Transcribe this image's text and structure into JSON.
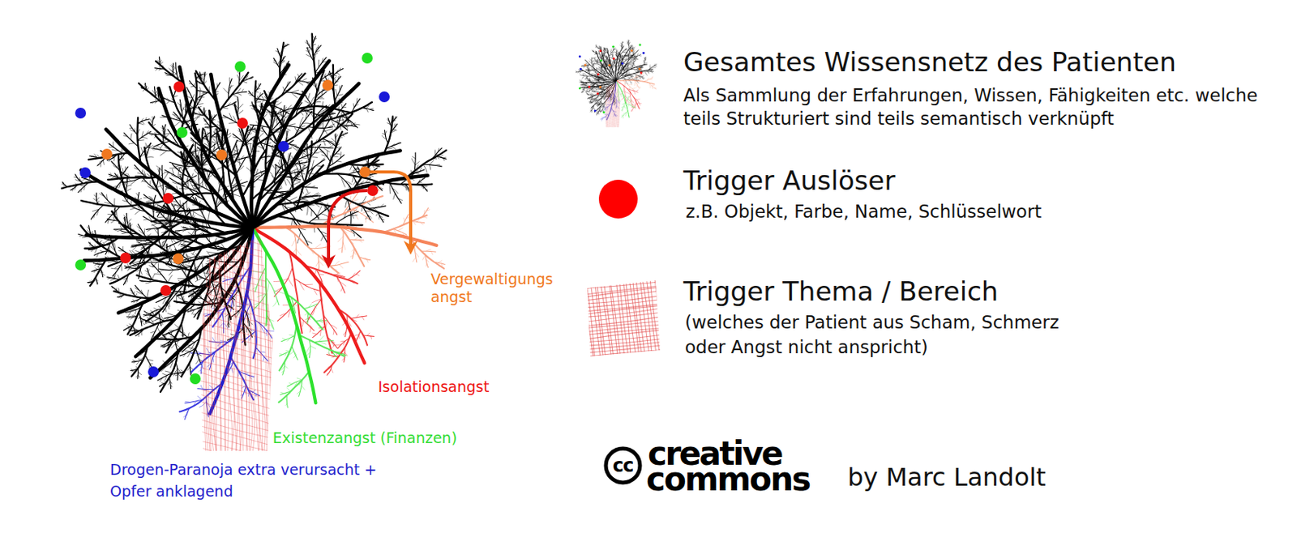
{
  "diagram": {
    "labels": [
      "Als Sammlung der Erfahrungen, Wissen, Fähigkeiten etc. welche teils Strukturiert sind teils semantisch verknüpft",
      "z.B. Objekt, Farbe, Name, Schlüsselwort",
      "(welches der Patient aus Scham, Schmerz oder Angst nicht anspricht)",
      "Vergewaltigungs angst",
      "Isolationsangst",
      "Existenzangst (Finanzen)",
      "Drogen-Paranoja extra verursacht + Opfer anklagend",
      "cc",
      "creative",
      "commons",
      "by Marc Landolt"
    ],
    "legend": [
      {
        "text": "Gesamtes Wissensnetz des Patienten"
      },
      {
        "text": "Trigger Auslöser",
        "color": "#ff0000"
      },
      {
        "text": "Trigger Thema / Bereich"
      }
    ]
  }
}
